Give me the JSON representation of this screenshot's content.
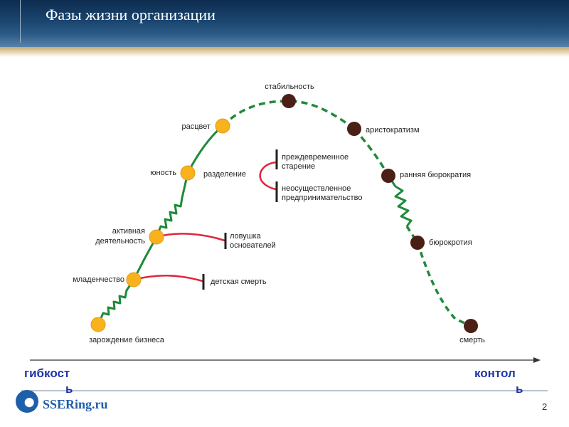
{
  "title": "Фазы жизни организации",
  "stages_left": {
    "birth": "зарождение бизнеса",
    "infancy": "младенчество",
    "go_go": "активная деятельность",
    "adolescence": "юность",
    "prime": "расцвет"
  },
  "stages_right": {
    "stability": "стабильность",
    "aristocracy": "аристократизм",
    "early_bureaucracy": "ранняя бюрократия",
    "bureaucracy": "бюрокротия",
    "death": "смерть"
  },
  "traps": {
    "infant_death": "детская смерть",
    "founders_trap": [
      "ловушка",
      "основателей"
    ],
    "divorce": "разделение",
    "premature_aging": [
      "преждевременное",
      "старение"
    ],
    "unfulfilled_entrepreneurship": [
      "неосуществленное",
      "предпринимательство"
    ]
  },
  "axis": {
    "left_label": [
      "гибкост",
      "ь"
    ],
    "right_label": [
      "контол",
      "ь"
    ]
  },
  "logo_text": "SSERing.ru",
  "page_number": "2",
  "colors": {
    "growth_stage": "#f7b21e",
    "decline_stage": "#4a1f16",
    "curve": "#1f8a3a",
    "trap_line": "#e0263a",
    "axis_text": "#1f35a8"
  }
}
